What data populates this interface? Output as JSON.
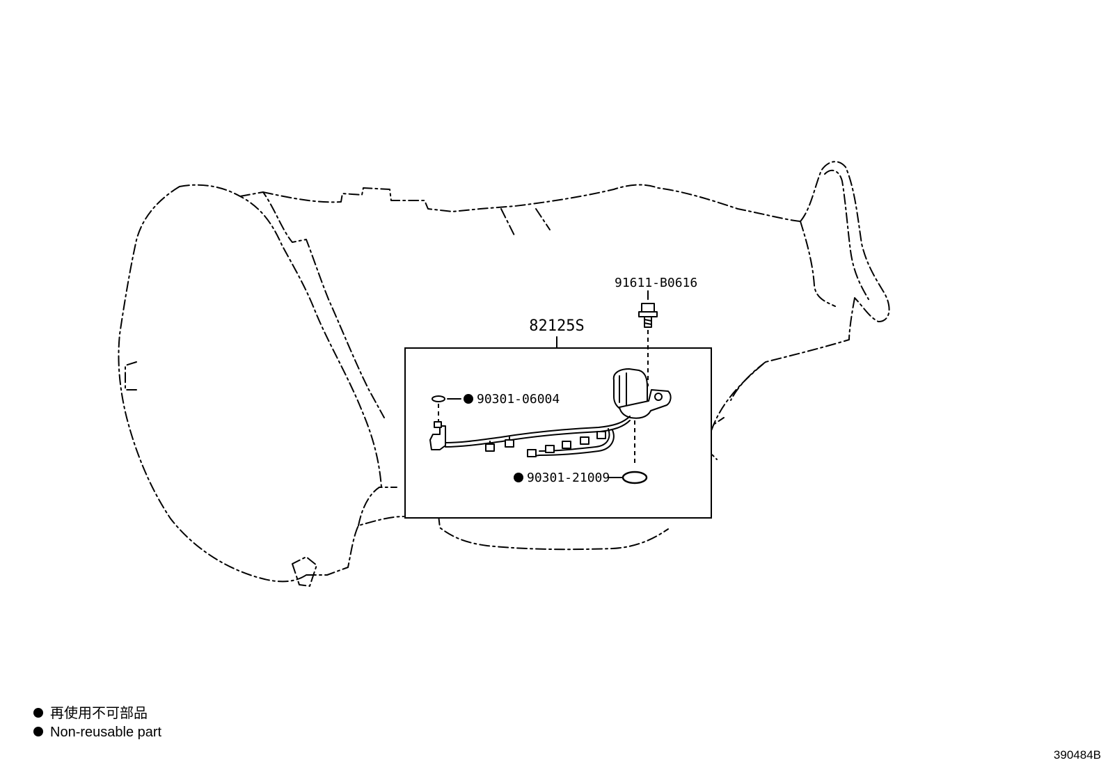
{
  "parts": {
    "harness_kit": "82125S",
    "bolt": "91611-B0616",
    "small_gasket": "90301-06004",
    "o_ring": "90301-21009"
  },
  "legend": {
    "symbol": "●",
    "japanese": "再使用不可部品",
    "english": "Non-reusable part"
  },
  "illustration_ref": "390484B",
  "non_reusable_marker_icon": "filled-circle-icon"
}
